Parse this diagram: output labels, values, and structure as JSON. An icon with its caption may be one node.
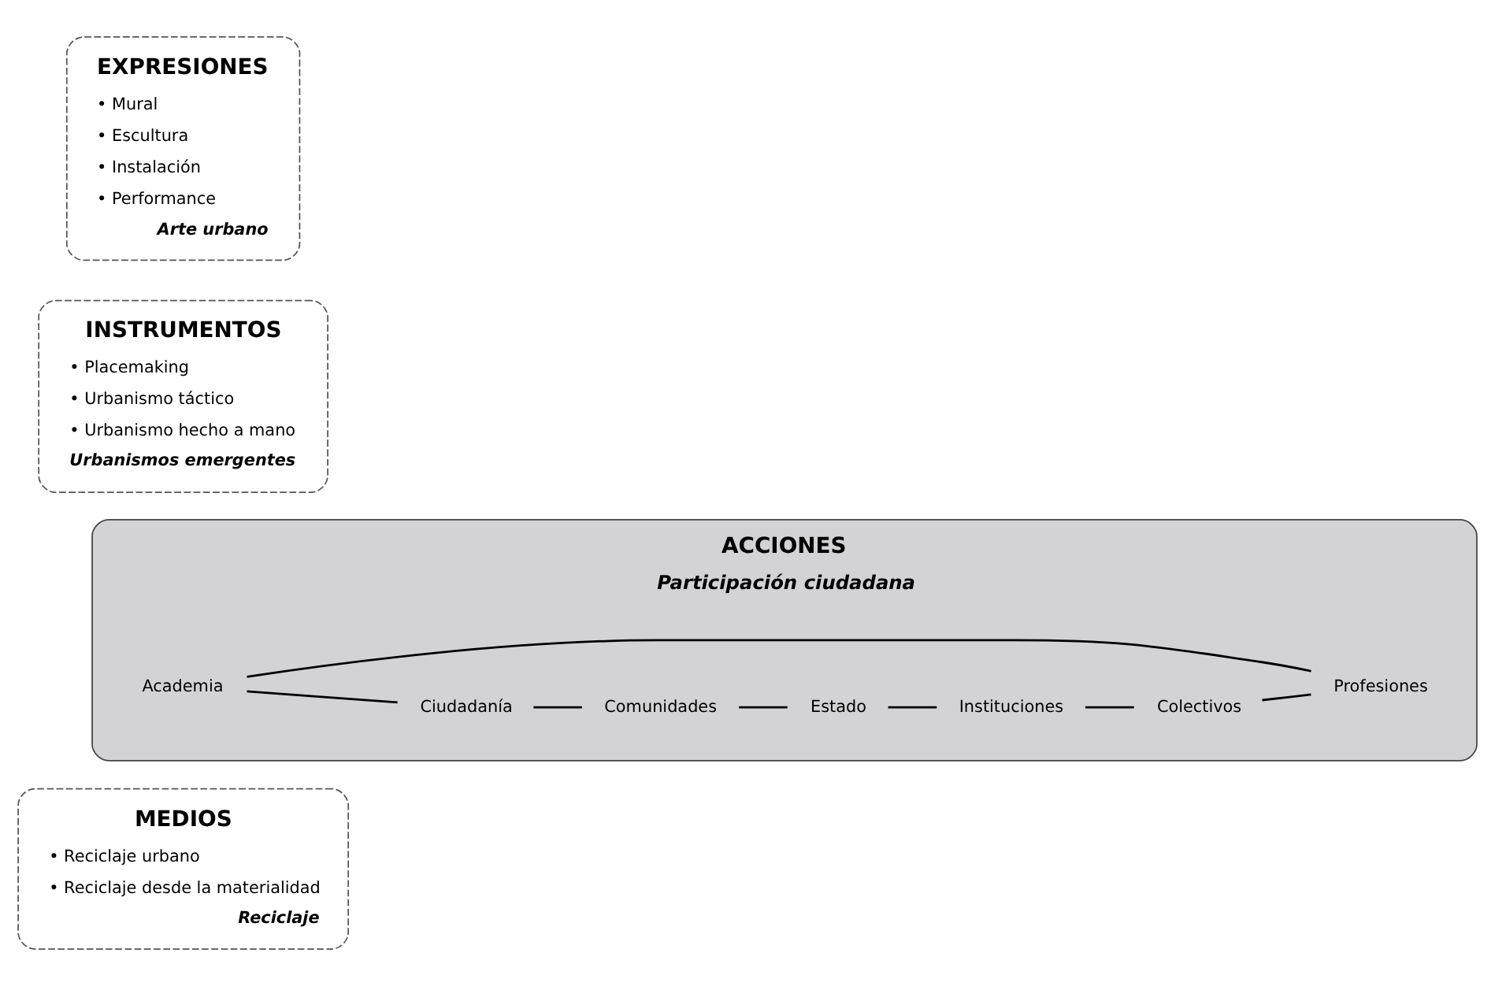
{
  "diagram": {
    "nodes": [
      {
        "text": [
          "MEDIOS",
          "• Reciclaje urbano",
          "• Reciclaje desde la materialidad",
          "Reciclaje"
        ]
      },
      {
        "text": [
          "ACCIONES",
          "Participación ciudadana"
        ]
      },
      {
        "text": [
          "Academia"
        ],
        "in": 1
      },
      {
        "text": [
          "Ciudadanía"
        ],
        "in": 1
      },
      {
        "text": [
          "Profesiones"
        ],
        "in": 1
      },
      {
        "text": [
          "Comunidades"
        ],
        "in": 1
      },
      {
        "text": [
          "Colectivos"
        ],
        "in": 1
      },
      {
        "text": [
          "Estado"
        ],
        "in": 1
      },
      {
        "text": [
          "Instituciones"
        ],
        "in": 1
      },
      {
        "text": [
          "INSTRUMENTOS",
          "• Placemaking",
          "• Urbanismo táctico",
          "• Urbanismo hecho a mano",
          "Urbanismos emergentes"
        ]
      },
      {
        "text": [
          "EXPRESIONES",
          "• Mural",
          "• Escultura",
          "• Instalación",
          "• Performance",
          "Arte urbano"
        ]
      }
    ],
    "edges": [
      {
        "from": 2,
        "to": 3,
        "arrow": "none"
      },
      {
        "from": 3,
        "to": 5,
        "arrow": "none"
      },
      {
        "from": 5,
        "to": 7,
        "arrow": "none"
      },
      {
        "from": 7,
        "to": 8,
        "arrow": "none"
      },
      {
        "from": 8,
        "to": 6,
        "arrow": "none"
      },
      {
        "from": 6,
        "to": 4,
        "arrow": "none"
      },
      {
        "from": 4,
        "to": 2,
        "arrow": "none"
      }
    ]
  }
}
